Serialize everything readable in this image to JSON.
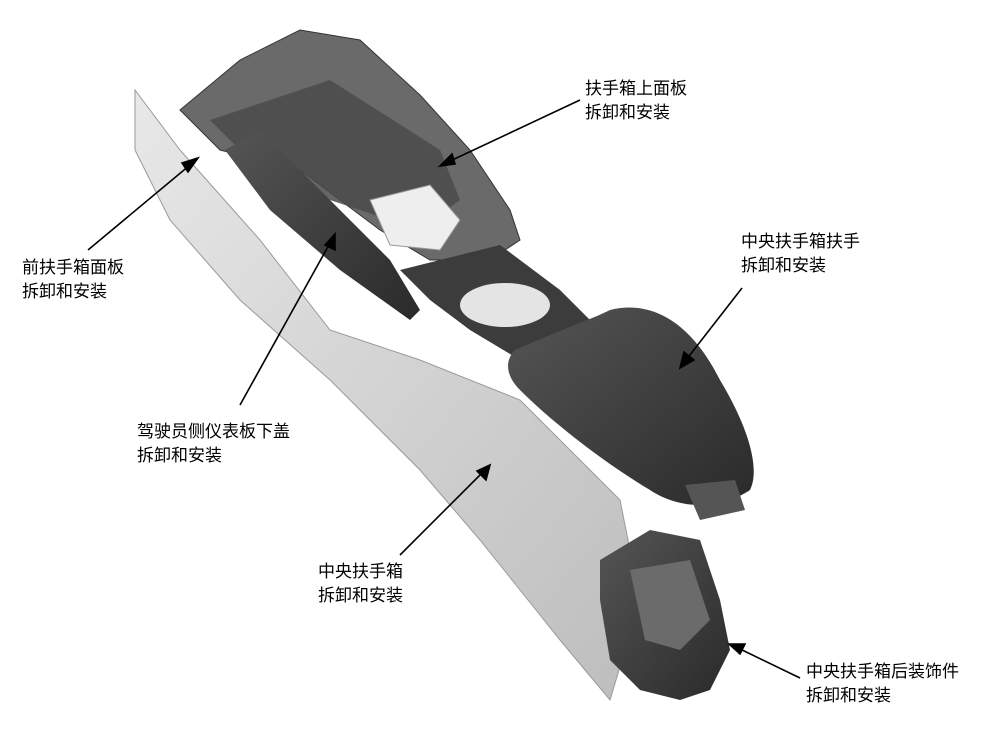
{
  "labels": [
    {
      "id": "armrest-upper-panel",
      "line1": "扶手箱上面板",
      "line2": "拆卸和安装"
    },
    {
      "id": "center-armrest",
      "line1": "中央扶手箱扶手",
      "line2": "拆卸和安装"
    },
    {
      "id": "front-console-panel",
      "line1": "前扶手箱面板",
      "line2": "拆卸和安装"
    },
    {
      "id": "driver-dash-lower-cover",
      "line1": "驾驶员侧仪表板下盖",
      "line2": "拆卸和安装"
    },
    {
      "id": "center-console",
      "line1": "中央扶手箱",
      "line2": "拆卸和安装"
    },
    {
      "id": "console-rear-trim",
      "line1": "中央扶手箱后装饰件",
      "line2": "拆卸和安装"
    }
  ],
  "colors": {
    "dark_part": "#3a3a3a",
    "light_part": "#d4d4d4",
    "line": "#000000"
  }
}
